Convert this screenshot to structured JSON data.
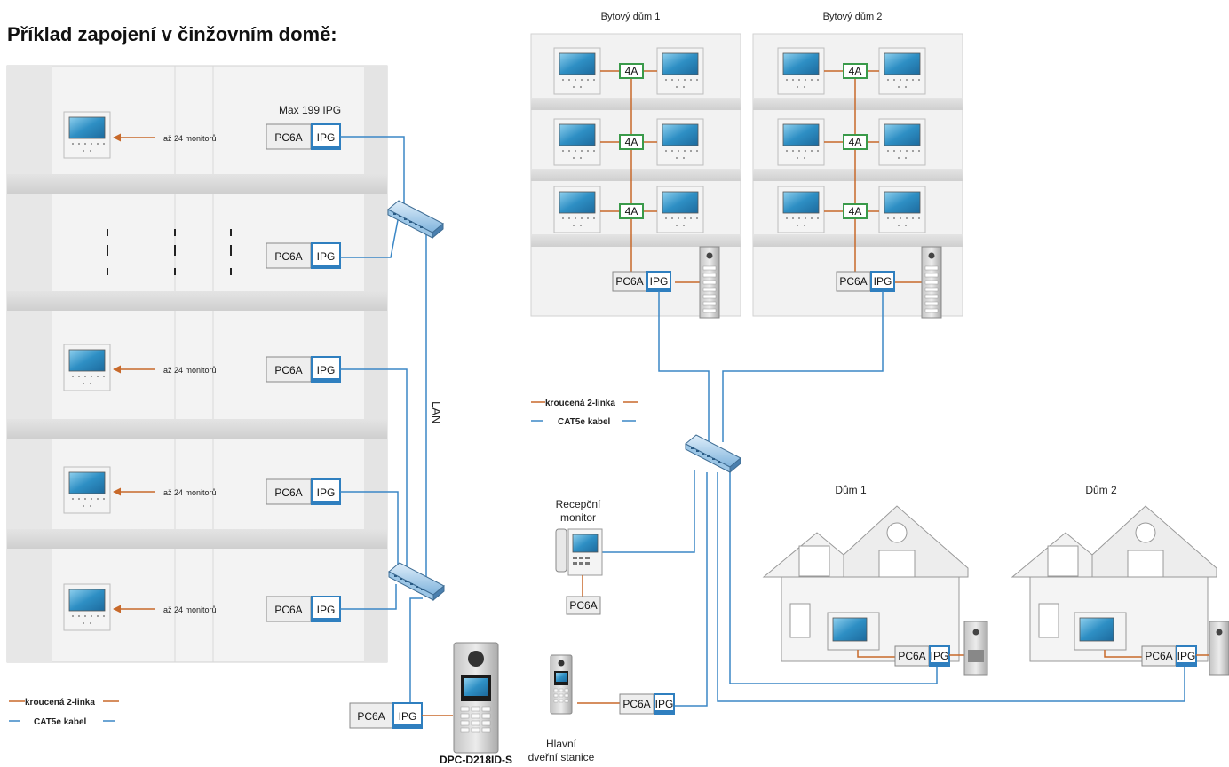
{
  "title": "Příklad zapojení v činžovním domě:",
  "max_label": "Max 199 IPG",
  "pc6a": "PC6A",
  "ipg": "IPG",
  "fourA": "4A",
  "up_to_24": "až 24 monitorů",
  "lan": "LAN",
  "legend": {
    "twisted": "kroucená 2-linka",
    "cat5e": "CAT5e kabel"
  },
  "building1": "Bytový dům 1",
  "building2": "Bytový dům 2",
  "house1": "Dům 1",
  "house2": "Dům 2",
  "reception": [
    "Recepční",
    "monitor"
  ],
  "main_door": [
    "Hlavní",
    "dveřní stanice"
  ],
  "door_model": "DPC-D218ID-S",
  "colors": {
    "twisted": "#c8692a",
    "cat5e": "#3b87c6",
    "ipg_fill": "#2f7fbf",
    "fourA_fill": "#3a9a4a"
  }
}
